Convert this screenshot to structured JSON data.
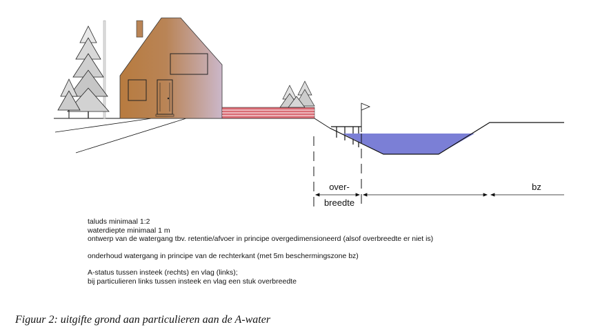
{
  "labels": {
    "overbreedte_line1": "over-",
    "overbreedte_line2": "breedte",
    "bz": "bz"
  },
  "notes": [
    "taluds minimaal 1:2",
    "waterdiepte minimaal 1 m",
    "ontwerp van de watergang tbv. retentie/afvoer in principe overgedimensioneerd (alsof overbreedte er niet is)",
    "onderhoud watergang in principe van de rechterkant (met 5m beschermingszone bz)",
    "A-status tussen insteek (rechts) en vlag (links);",
    "bij particulieren links tussen insteek en vlag een stuk overbreedte"
  ],
  "caption": "Figuur 2: uitgifte grond aan particulieren aan de A-water",
  "colors": {
    "water": "#7b7fd6",
    "house_left": "#b87b3f",
    "house_right": "#cbb7c9",
    "fence": "#d96b74",
    "line": "#111111"
  }
}
